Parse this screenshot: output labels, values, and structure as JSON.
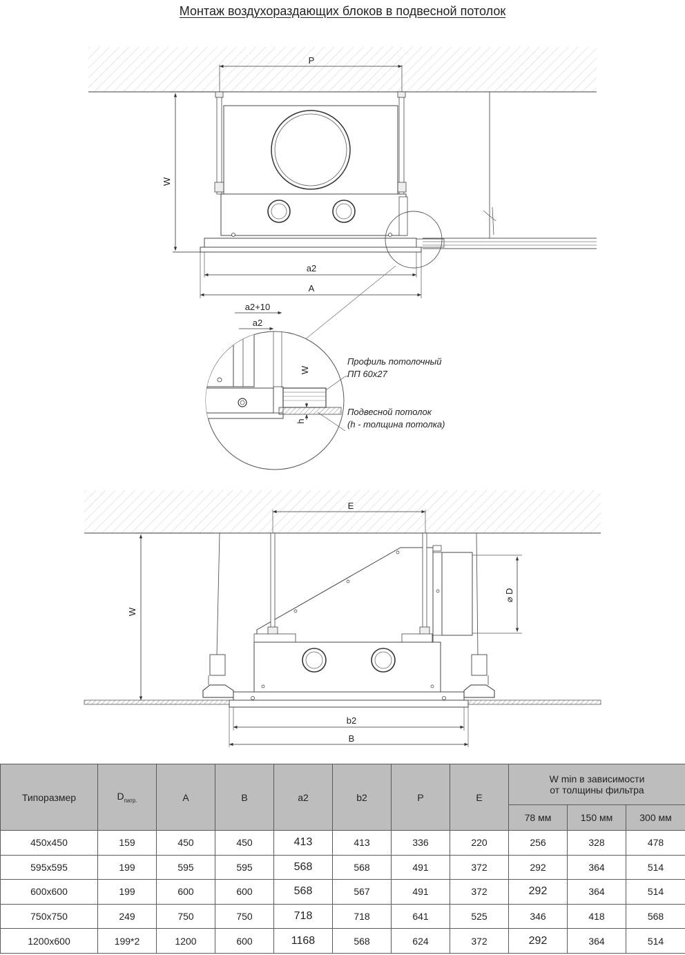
{
  "title": "Монтаж воздухораздающих блоков в подвесной потолок",
  "diagram_labels": {
    "P": "P",
    "W_top": "W",
    "a2": "a2",
    "A": "A",
    "a2_plus_10": "a2+10",
    "a2_detail": "a2",
    "W_detail": "W",
    "h": "h",
    "profile_line1": "Профиль потолочный",
    "profile_line2": "ПП 60х27",
    "ceiling_line1": "Подвесной потолок",
    "ceiling_line2": "(h - толщина потолка)",
    "E": "E",
    "W_bottom": "W",
    "phiD": "⌀ D",
    "b2": "b2",
    "B": "B"
  },
  "table": {
    "col_size": "Типоразмер",
    "col_d": "D",
    "col_d_sub": "патр.",
    "col_A": "A",
    "col_B": "B",
    "col_a2": "a2",
    "col_b2": "b2",
    "col_P": "P",
    "col_E": "E",
    "col_w_line1": "W min в зависимости",
    "col_w_line2": "от толщины фильтра",
    "col_78": "78 мм",
    "col_150": "150 мм",
    "col_300": "300 мм",
    "rows": [
      [
        "450x450",
        "159",
        "450",
        "450",
        "413",
        "413",
        "336",
        "220",
        "256",
        "328",
        "478"
      ],
      [
        "595x595",
        "199",
        "595",
        "595",
        "568",
        "568",
        "491",
        "372",
        "292",
        "364",
        "514"
      ],
      [
        "600x600",
        "199",
        "600",
        "600",
        "568",
        "567",
        "491",
        "372",
        "292",
        "364",
        "514"
      ],
      [
        "750x750",
        "249",
        "750",
        "750",
        "718",
        "718",
        "641",
        "525",
        "346",
        "418",
        "568"
      ],
      [
        "1200x600",
        "199*2",
        "1200",
        "600",
        "1168",
        "568",
        "624",
        "372",
        "292",
        "364",
        "514"
      ]
    ]
  }
}
